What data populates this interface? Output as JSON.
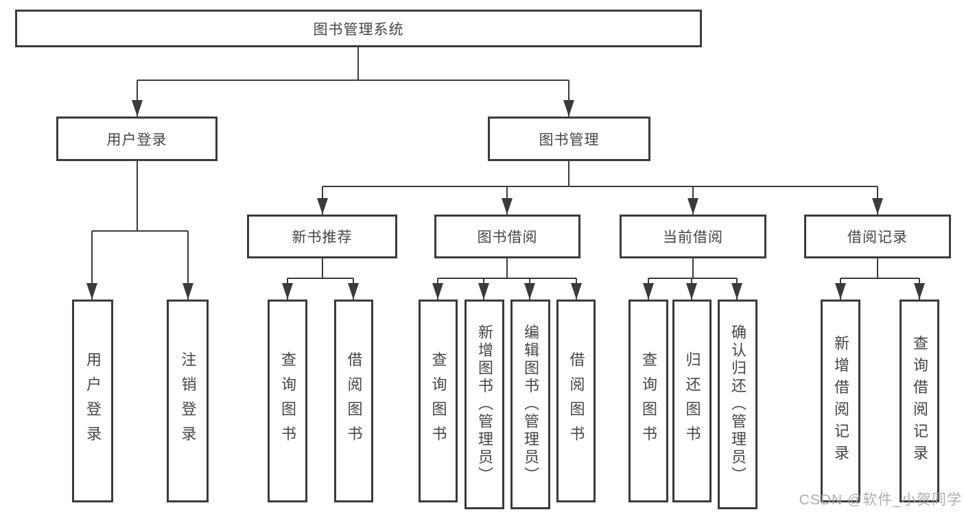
{
  "tree": {
    "root": {
      "label": "图书管理系统",
      "children": [
        {
          "label": "用户登录",
          "children": [
            {
              "label": "用户登录"
            },
            {
              "label": "注销登录"
            }
          ]
        },
        {
          "label": "图书管理",
          "children": [
            {
              "label": "新书推荐",
              "children": [
                {
                  "label": "查询图书"
                },
                {
                  "label": "借阅图书"
                }
              ]
            },
            {
              "label": "图书借阅",
              "children": [
                {
                  "label": "查询图书"
                },
                {
                  "label": "新增图书（管理员）"
                },
                {
                  "label": "编辑图书（管理员）"
                },
                {
                  "label": "借阅图书"
                }
              ]
            },
            {
              "label": "当前借阅",
              "children": [
                {
                  "label": "查询图书"
                },
                {
                  "label": "归还图书"
                },
                {
                  "label": "确认归还（管理员）"
                }
              ]
            },
            {
              "label": "借阅记录",
              "children": [
                {
                  "label": "新增借阅记录"
                },
                {
                  "label": "查询借阅记录"
                }
              ]
            }
          ]
        }
      ]
    }
  },
  "watermark": {
    "text": "CSDN @软件_小贺同学"
  },
  "colors": {
    "line": "#3b3b3b",
    "box_border": "#3a3a3a",
    "text": "#454545",
    "watermark": "#a6a6a6"
  }
}
